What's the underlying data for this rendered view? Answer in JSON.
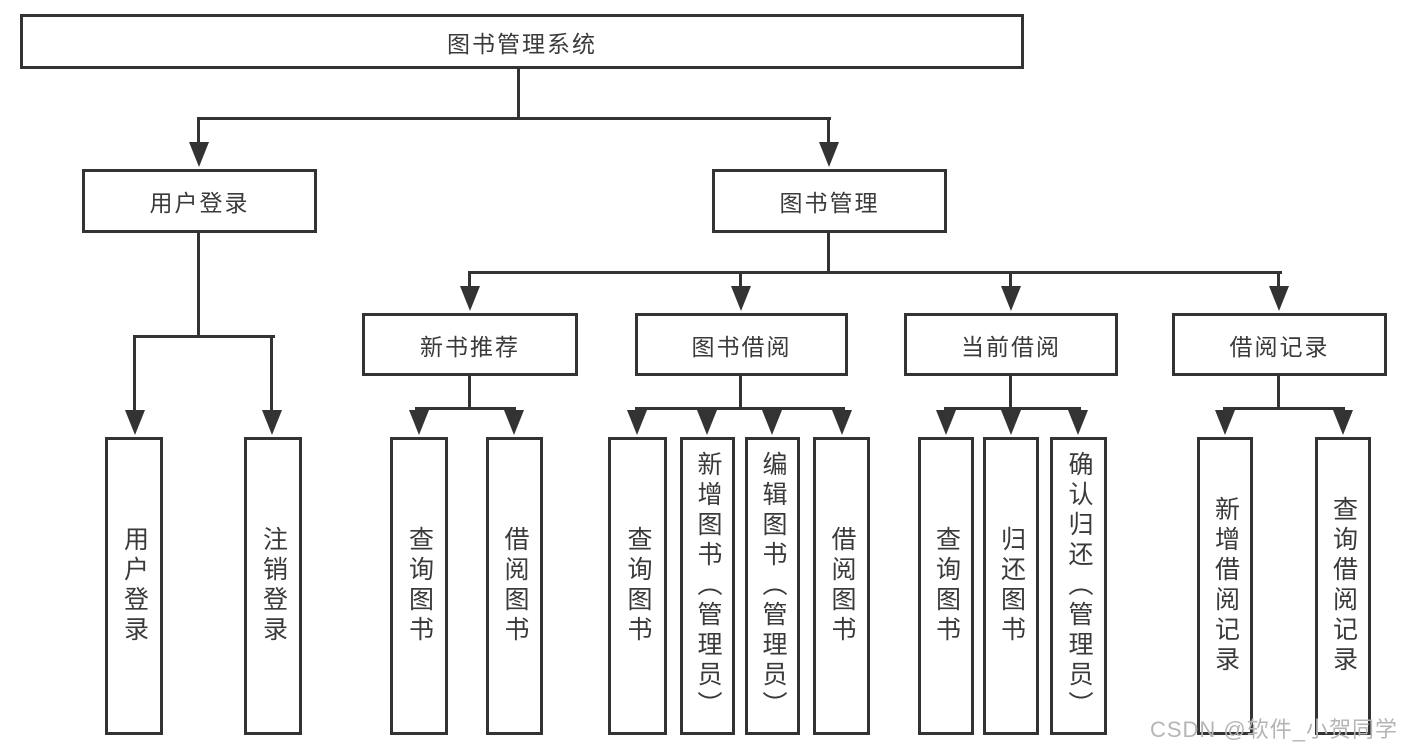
{
  "diagram_type": "hierarchy-tree",
  "tree": {
    "label": "图书管理系统",
    "children": [
      {
        "label": "用户登录",
        "children": [
          {
            "label": "用户登录"
          },
          {
            "label": "注销登录"
          }
        ]
      },
      {
        "label": "图书管理",
        "children": [
          {
            "label": "新书推荐",
            "children": [
              {
                "label": "查询图书"
              },
              {
                "label": "借阅图书"
              }
            ]
          },
          {
            "label": "图书借阅",
            "children": [
              {
                "label": "查询图书"
              },
              {
                "label": "新增图书（管理员）"
              },
              {
                "label": "编辑图书（管理员）"
              },
              {
                "label": "借阅图书"
              }
            ]
          },
          {
            "label": "当前借阅",
            "children": [
              {
                "label": "查询图书"
              },
              {
                "label": "归还图书"
              },
              {
                "label": "确认归还（管理员）"
              }
            ]
          },
          {
            "label": "借阅记录",
            "children": [
              {
                "label": "新增借阅记录"
              },
              {
                "label": "查询借阅记录"
              }
            ]
          }
        ]
      }
    ]
  },
  "watermark": {
    "text": "CSDN @软件_小贺同学"
  },
  "colors": {
    "line_color": "#333333",
    "text_color": "#3a3a3a",
    "watermark_color": "#b5b5b5",
    "background_color": "#ffffff"
  }
}
